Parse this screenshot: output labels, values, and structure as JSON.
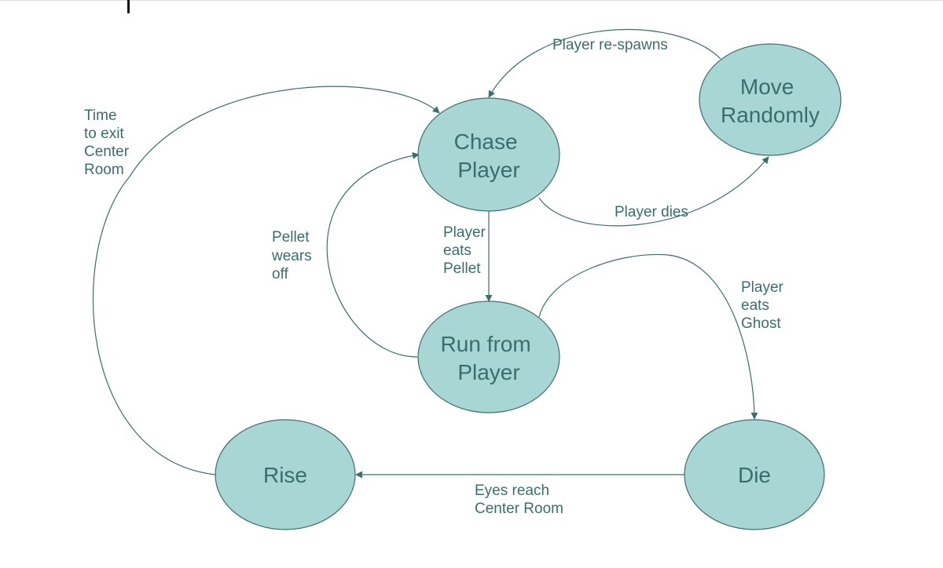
{
  "colors": {
    "node_fill": "#a8d6d4",
    "node_stroke": "#3d6e6a",
    "edge": "#3d6e6a",
    "text": "#3a6e6c"
  },
  "states": {
    "chase": [
      "Chase",
      "Player"
    ],
    "move": [
      "Move",
      "Randomly"
    ],
    "run": [
      "Run from",
      "Player"
    ],
    "rise": [
      "Rise"
    ],
    "die": [
      "Die"
    ]
  },
  "transitions": {
    "respawn": [
      "Player re-spawns"
    ],
    "player_dies": [
      "Player dies"
    ],
    "eats_pellet": [
      "Player",
      "eats",
      "Pellet"
    ],
    "pellet_wears_off": [
      "Pellet",
      "wears",
      "off"
    ],
    "eats_ghost": [
      "Player",
      "eats",
      "Ghost"
    ],
    "eyes_reach": [
      "Eyes reach",
      "Center Room"
    ],
    "time_to_exit": [
      "Time",
      "to exit",
      "Center",
      "Room"
    ]
  }
}
